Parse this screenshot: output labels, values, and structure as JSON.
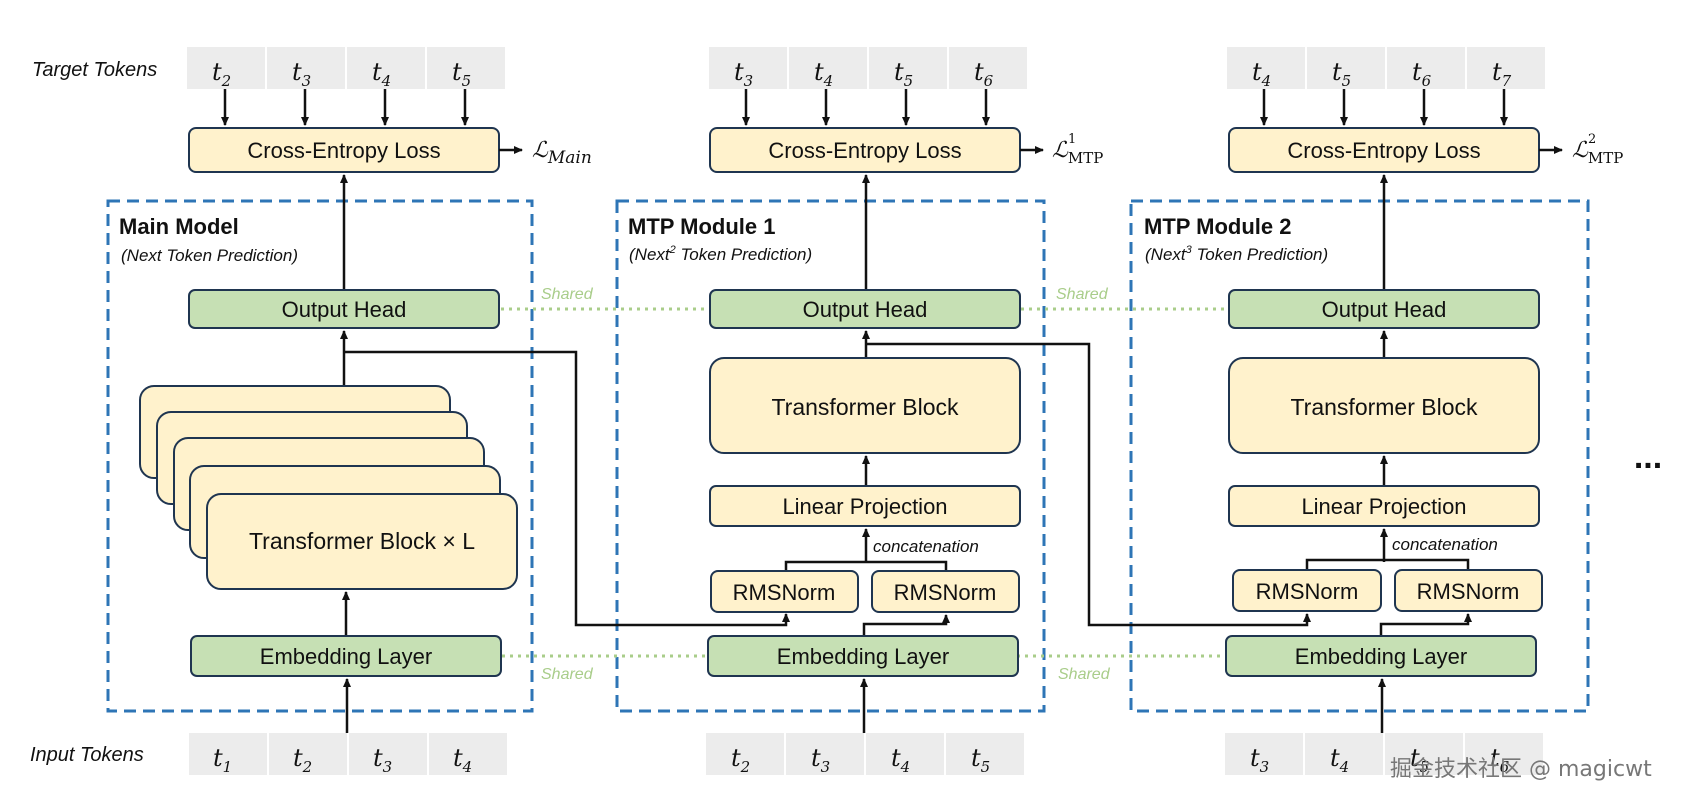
{
  "row_headers": {
    "target": "Target Tokens",
    "input": "Input Tokens"
  },
  "main": {
    "title": "Main Model",
    "subtitle": "(Next Token Prediction)",
    "loss_box": "Cross-Entropy Loss",
    "loss_symbol": "ℒ",
    "loss_sub": "Main",
    "output_head": "Output Head",
    "transformer": "Transformer Block × L",
    "embedding": "Embedding Layer",
    "target_tokens": [
      {
        "b": "t",
        "s": "2"
      },
      {
        "b": "t",
        "s": "3"
      },
      {
        "b": "t",
        "s": "4"
      },
      {
        "b": "t",
        "s": "5"
      }
    ],
    "input_tokens": [
      {
        "b": "t",
        "s": "1"
      },
      {
        "b": "t",
        "s": "2"
      },
      {
        "b": "t",
        "s": "3"
      },
      {
        "b": "t",
        "s": "4"
      }
    ]
  },
  "mtp1": {
    "title": "MTP Module 1",
    "subtitle_pre": "(Next",
    "subtitle_sup": "2",
    "subtitle_post": " Token Prediction)",
    "loss_box": "Cross-Entropy Loss",
    "loss_symbol": "ℒ",
    "loss_sub": "MTP",
    "loss_sup": "1",
    "output_head": "Output Head",
    "transformer": "Transformer Block",
    "linear": "Linear Projection",
    "concat": "concatenation",
    "rmsnorm_left": "RMSNorm",
    "rmsnorm_right": "RMSNorm",
    "embedding": "Embedding Layer",
    "target_tokens": [
      {
        "b": "t",
        "s": "3"
      },
      {
        "b": "t",
        "s": "4"
      },
      {
        "b": "t",
        "s": "5"
      },
      {
        "b": "t",
        "s": "6"
      }
    ],
    "input_tokens": [
      {
        "b": "t",
        "s": "2"
      },
      {
        "b": "t",
        "s": "3"
      },
      {
        "b": "t",
        "s": "4"
      },
      {
        "b": "t",
        "s": "5"
      }
    ]
  },
  "mtp2": {
    "title": "MTP Module 2",
    "subtitle_pre": "(Next",
    "subtitle_sup": "3",
    "subtitle_post": " Token Prediction)",
    "loss_box": "Cross-Entropy Loss",
    "loss_symbol": "ℒ",
    "loss_sub": "MTP",
    "loss_sup": "2",
    "output_head": "Output Head",
    "transformer": "Transformer Block",
    "linear": "Linear Projection",
    "concat": "concatenation",
    "rmsnorm_left": "RMSNorm",
    "rmsnorm_right": "RMSNorm",
    "embedding": "Embedding Layer",
    "target_tokens": [
      {
        "b": "t",
        "s": "4"
      },
      {
        "b": "t",
        "s": "5"
      },
      {
        "b": "t",
        "s": "6"
      },
      {
        "b": "t",
        "s": "7"
      }
    ],
    "input_tokens": [
      {
        "b": "t",
        "s": "3"
      },
      {
        "b": "t",
        "s": "4"
      },
      {
        "b": "t",
        "s": "5"
      },
      {
        "b": "t",
        "s": "6"
      }
    ]
  },
  "shared_label": "Shared",
  "ellipsis": "...",
  "watermark": "掘金技术社区 @ magicwt",
  "colors": {
    "yellow_fill": "#fff2cc",
    "green_fill": "#c6e0b4",
    "token_fill": "#ececec",
    "dash_border": "#2e75b6",
    "shared_green": "#a9cd8a"
  }
}
